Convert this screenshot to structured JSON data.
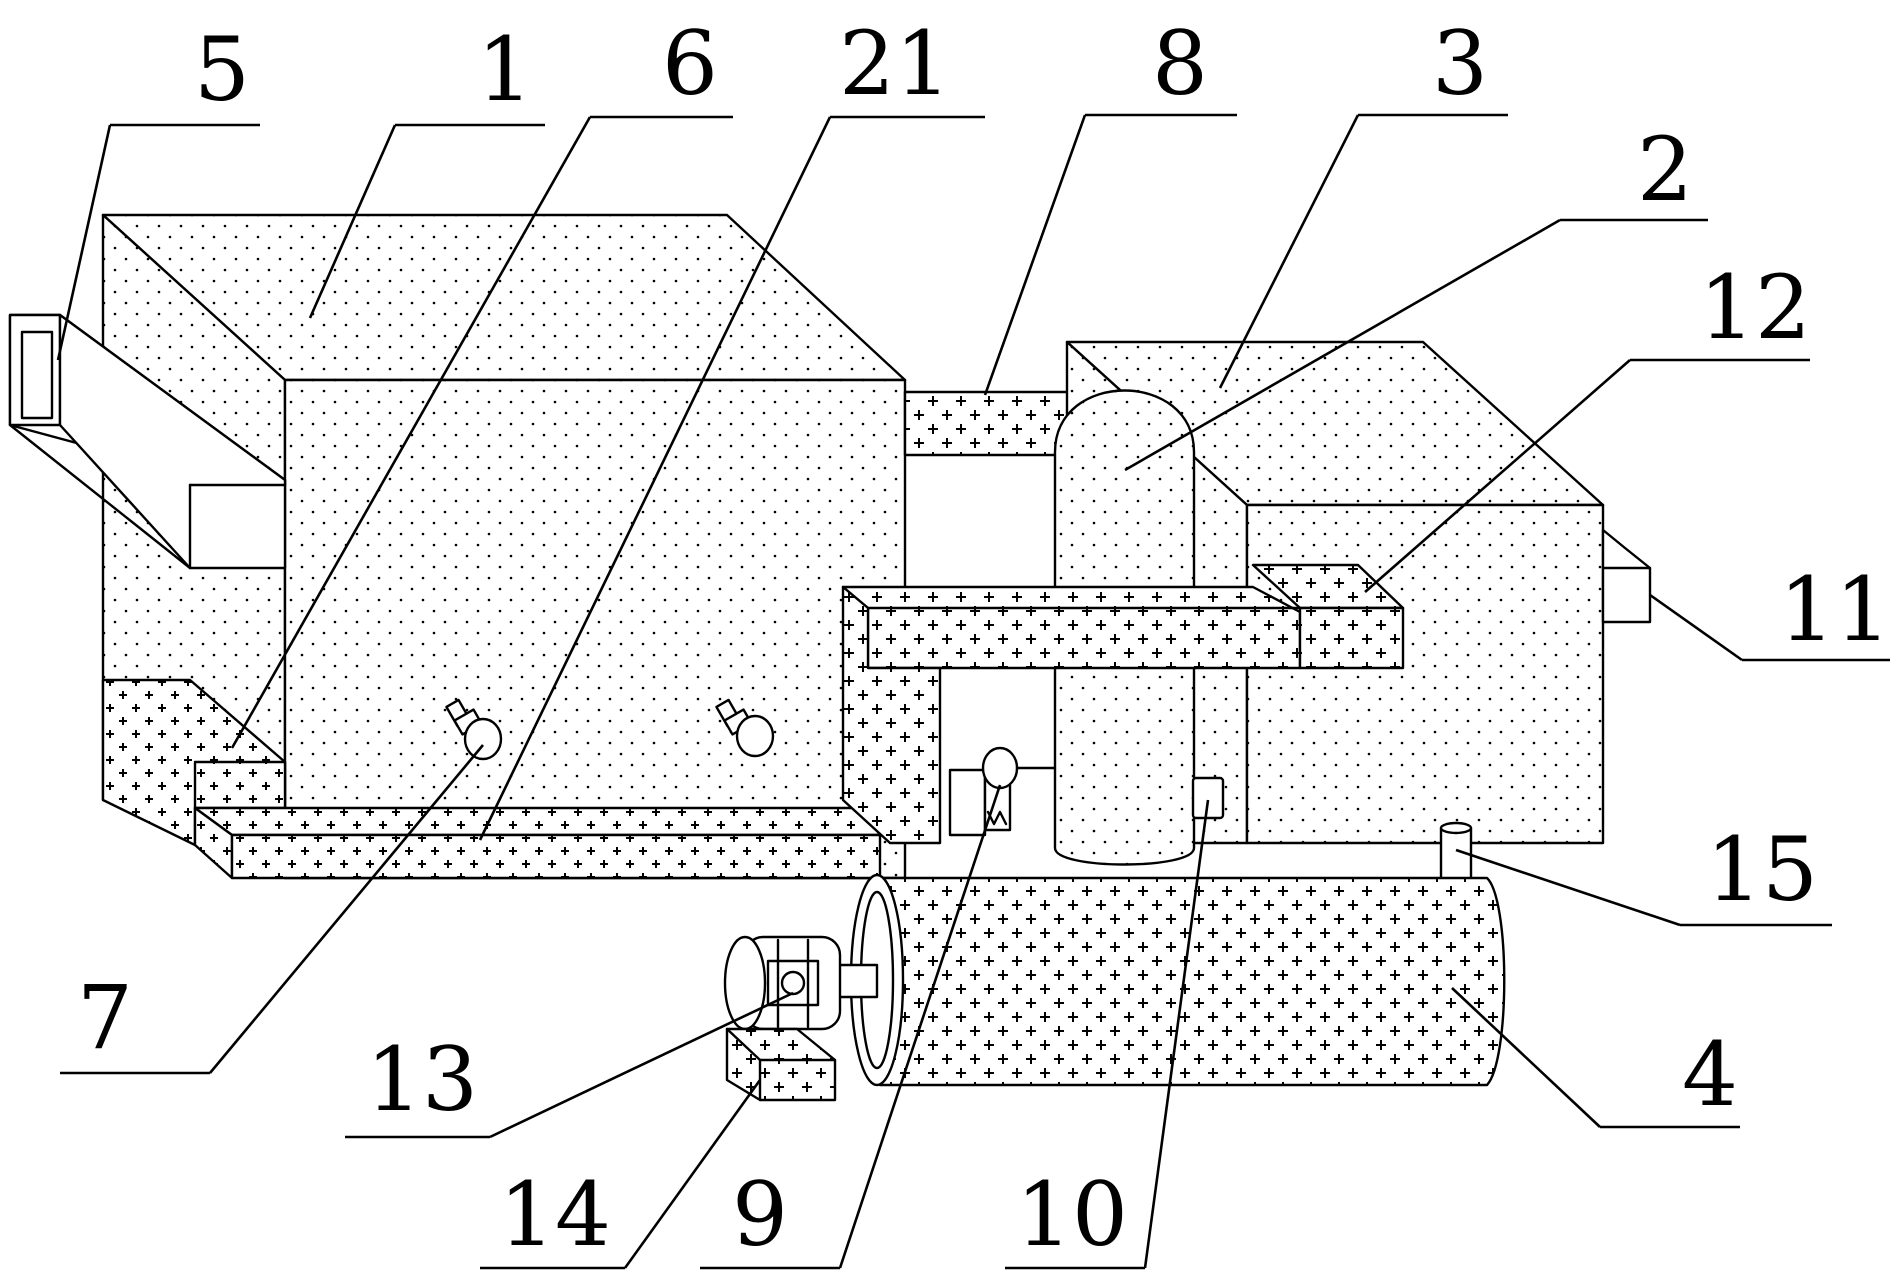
{
  "figure": {
    "callouts": [
      {
        "id": "1",
        "text": "1"
      },
      {
        "id": "2",
        "text": "2"
      },
      {
        "id": "3",
        "text": "3"
      },
      {
        "id": "4",
        "text": "4"
      },
      {
        "id": "5",
        "text": "5"
      },
      {
        "id": "6",
        "text": "6"
      },
      {
        "id": "7",
        "text": "7"
      },
      {
        "id": "8",
        "text": "8"
      },
      {
        "id": "9",
        "text": "9"
      },
      {
        "id": "10",
        "text": "10"
      },
      {
        "id": "11",
        "text": "11"
      },
      {
        "id": "12",
        "text": "12"
      },
      {
        "id": "13",
        "text": "13"
      },
      {
        "id": "14",
        "text": "14"
      },
      {
        "id": "15",
        "text": "15"
      },
      {
        "id": "21",
        "text": "21"
      }
    ]
  }
}
